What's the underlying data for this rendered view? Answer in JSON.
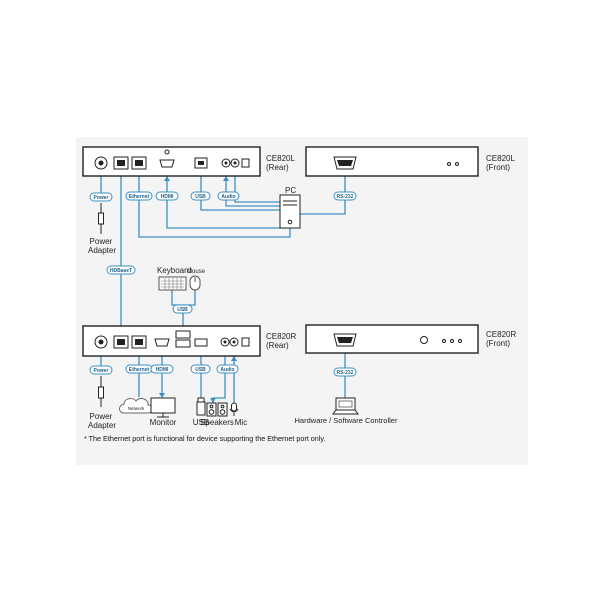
{
  "devices": {
    "ce820l_rear": "CE820L\n(Rear)",
    "ce820l_front": "CE820L\n(Front)",
    "ce820r_rear": "CE820R\n(Rear)",
    "ce820r_front": "CE820R\n(Front)"
  },
  "ports": {
    "power": "Power",
    "ethernet": "Ethernet",
    "hdmi": "HDMI",
    "usb": "USB",
    "audio": "Audio",
    "rs232": "RS-232",
    "hdbaset": "HDBaseT"
  },
  "peripherals": {
    "power_adapter": "Power\nAdapter",
    "pc": "PC",
    "keyboard": "Keyboard",
    "mouse": "Mouse",
    "network": "Network",
    "monitor": "Monitor",
    "usb": "USB",
    "speakers": "Speakers",
    "mic": "Mic",
    "controller": "Hardware / Software Controller"
  },
  "footnote": "* The Ethernet port is functional for device supporting the Ethernet port only.",
  "colors": {
    "cable": "#3d8fc4",
    "device": "#222222",
    "badge_border": "#3d8fc4"
  }
}
